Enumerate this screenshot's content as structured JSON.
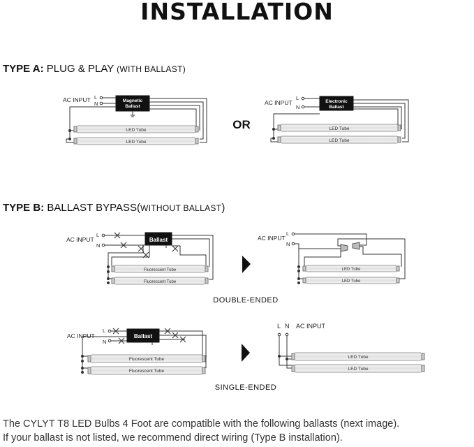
{
  "title": "INSTALLATION",
  "type_a": {
    "heading_bold": "TYPE A:",
    "heading": "PLUG & PLAY",
    "heading_note": "(WITH BALLAST)",
    "ac_input": "AC INPUT",
    "l": "L",
    "n": "N",
    "magnetic_ballast": [
      "Magnetic",
      "Ballast"
    ],
    "electronic_ballast": [
      "Electronic",
      "Ballast"
    ],
    "or": "OR",
    "tube": "LED Tube"
  },
  "type_b": {
    "heading_bold": "TYPE B:",
    "heading": "BALLAST BYPASS",
    "heading_note_open": "(",
    "heading_note": "WITHOUT BALLAST",
    "heading_note_close": ")",
    "ac_input": "AC INPUT",
    "l": "L",
    "n": "N",
    "ballast": "Ballast",
    "fluorescent_tube": "Fluorescent Tube",
    "led_tube": "LED Tube",
    "double_ended": "DOUBLE-ENDED",
    "single_ended": "SINGLE-ENDED"
  },
  "footer": {
    "line1": "The CYLYT T8 LED Bulbs 4 Foot are compatible with the following ballasts (next image).",
    "line2": "If your ballast is not listed, we recommend direct wiring (Type B installation)."
  }
}
